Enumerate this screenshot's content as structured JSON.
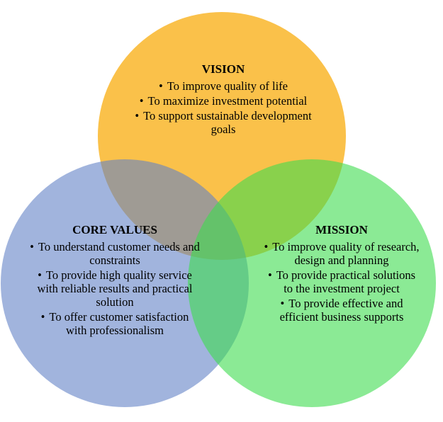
{
  "colors": {
    "vision": "#f9b62a",
    "core_values": "#6282c6",
    "mission": "#3ddc4f"
  },
  "vision": {
    "title": "VISION",
    "items": [
      "To improve quality of life",
      "To maximize investment potential",
      "To support sustainable development goals"
    ]
  },
  "core_values": {
    "title": "CORE VALUES",
    "items": [
      "To understand customer needs and constraints",
      "To provide high quality service with reliable results and practical solution",
      "To offer customer satisfaction with professionalism"
    ]
  },
  "mission": {
    "title": "MISSION",
    "items": [
      "To improve quality of research, design and planning",
      "To provide practical solutions to the investment project",
      "To provide effective and efficient business supports"
    ]
  }
}
